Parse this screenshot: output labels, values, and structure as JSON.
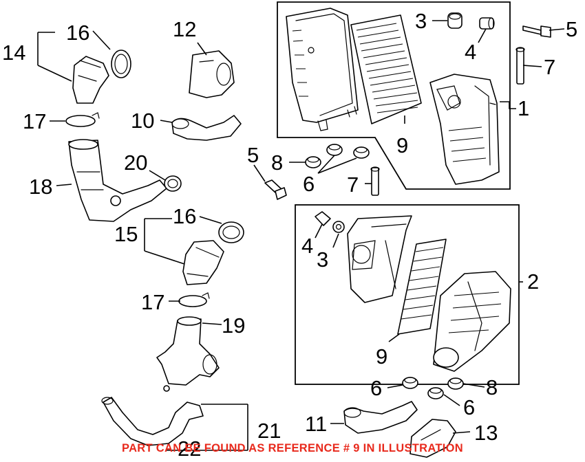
{
  "callouts": {
    "c1": "1",
    "c2": "2",
    "c3a": "3",
    "c3b": "3",
    "c4a": "4",
    "c4b": "4",
    "c5a": "5",
    "c5b": "5",
    "c6a": "6",
    "c6b": "6",
    "c6c": "6",
    "c7a": "7",
    "c7b": "7",
    "c8a": "8",
    "c8b": "8",
    "c9a": "9",
    "c9b": "9",
    "c10": "10",
    "c11": "11",
    "c12": "12",
    "c13": "13",
    "c14": "14",
    "c15": "15",
    "c16a": "16",
    "c16b": "16",
    "c17a": "17",
    "c17b": "17",
    "c18": "18",
    "c19": "19",
    "c20": "20",
    "c21": "21",
    "c22": "22"
  },
  "note": "PART CAN BE FOUND AS REFERENCE # 9 IN ILLUSTRATION",
  "colors": {
    "note": "#e8291c",
    "lines": "#000000",
    "background": "#ffffff"
  }
}
